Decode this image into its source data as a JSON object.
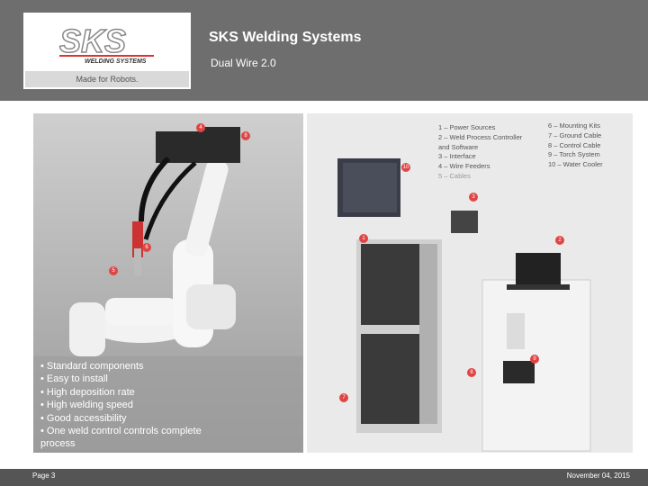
{
  "header": {
    "logo_text": "SKS",
    "logo_sub": "WELDING SYSTEMS",
    "logo_tagline": "Made for Robots.",
    "title": "SKS Welding Systems",
    "subtitle": "Dual Wire 2.0"
  },
  "legend_left": [
    "1 – Power Sources",
    "2 – Weld Process Controller",
    "      and Software",
    "3 – Interface",
    "4 – Wire Feeders",
    "5 – Cables"
  ],
  "legend_right": [
    "6 – Mounting Kits",
    "7 – Ground Cable",
    "8 – Control Cable",
    "9 –  Torch System",
    "10 – Water Cooler"
  ],
  "bullets": [
    "• Standard components",
    "• Easy to install",
    "• High deposition rate",
    "• High welding speed",
    "• Good accessibility",
    "• One weld control controls complete",
    "   process"
  ],
  "markers_left": [
    "4",
    "8",
    "6",
    "5",
    "7"
  ],
  "markers_right": [
    "10",
    "3",
    "1",
    "2",
    "8",
    "9"
  ],
  "footer": {
    "page": "Page 3",
    "date": "November 04, 2015"
  },
  "colors": {
    "header_bg": "#6e6e6e",
    "footer_bg": "#555555",
    "marker": "#e04545"
  }
}
